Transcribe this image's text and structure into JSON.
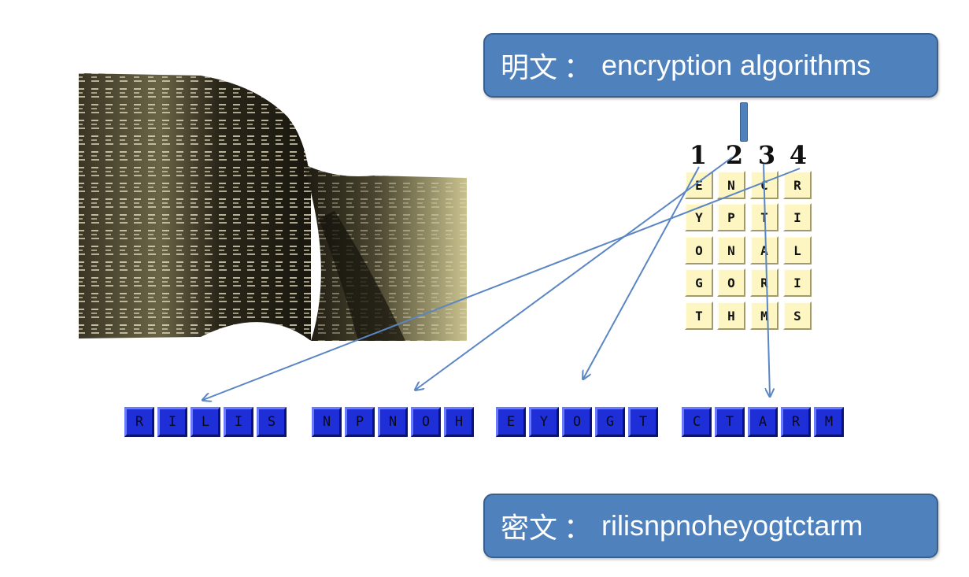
{
  "plaintext_banner": {
    "label": "明文",
    "separator": "：",
    "text": "encryption algorithms"
  },
  "ciphertext_banner": {
    "label": "密文",
    "separator": "：",
    "text": "rilisnpnoheyogtctarm"
  },
  "column_numbers": [
    "1",
    "2",
    "3",
    "4"
  ],
  "grid": [
    [
      "E",
      "N",
      "C",
      "R"
    ],
    [
      "Y",
      "P",
      "T",
      "I"
    ],
    [
      "O",
      "N",
      "A",
      "L"
    ],
    [
      "G",
      "O",
      "R",
      "I"
    ],
    [
      "T",
      "H",
      "M",
      "S"
    ]
  ],
  "cipher_groups": [
    [
      "R",
      "I",
      "L",
      "I",
      "S"
    ],
    [
      "N",
      "P",
      "N",
      "O",
      "H"
    ],
    [
      "E",
      "Y",
      "O",
      "G",
      "T"
    ],
    [
      "C",
      "T",
      "A",
      "R",
      "M"
    ]
  ],
  "column_to_group_order": [
    4,
    2,
    1,
    3
  ],
  "colors": {
    "banner": "#4f81bd",
    "grid_cell": "#fdf6c3",
    "cipher_key": "#1f2fd8",
    "arrow": "#5b86c4"
  },
  "image": {
    "depicts": "engraved metal scroll"
  }
}
